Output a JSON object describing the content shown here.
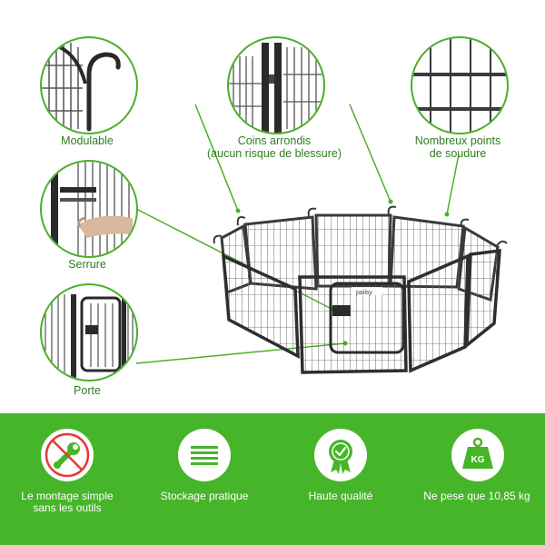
{
  "callouts": {
    "modulable": "Modulable",
    "coins_line1": "Coins arrondis",
    "coins_line2": "(aucun risque de blessure)",
    "soudure_line1": "Nombreux points",
    "soudure_line2": "de soudure",
    "serrure": "Serrure",
    "porte": "Porte"
  },
  "brand_plate": "pailsy",
  "features": [
    {
      "icon": "no-tools-icon",
      "line1": "Le montage simple",
      "line2": "sans les outils"
    },
    {
      "icon": "stack-icon",
      "line1": "Stockage pratique",
      "line2": ""
    },
    {
      "icon": "quality-badge-icon",
      "line1": "Haute qualité",
      "line2": ""
    },
    {
      "icon": "weight-kg-icon",
      "line1": "Ne pese que 10,85 kg",
      "line2": "",
      "badge": "KG"
    }
  ],
  "colors": {
    "accent": "#4caf2a",
    "band": "#47b52a",
    "label_text": "#2e7d1e",
    "metal": "#3a3a3a"
  }
}
